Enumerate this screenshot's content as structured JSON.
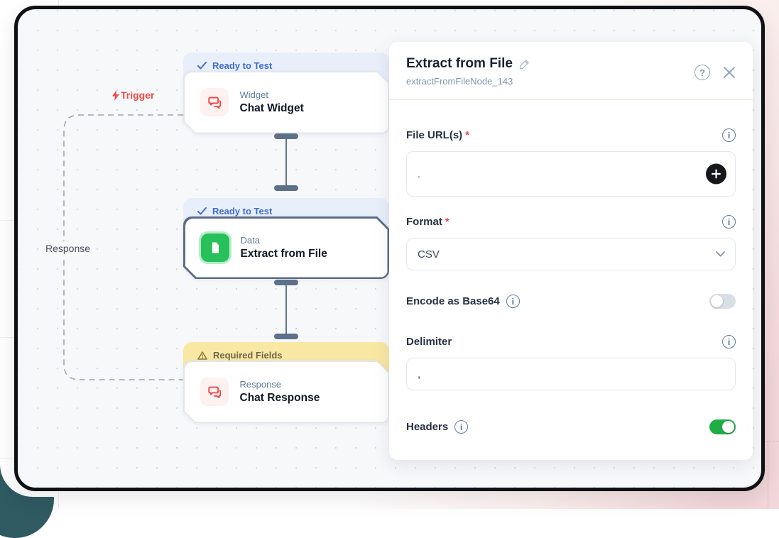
{
  "canvas": {
    "trigger_label": "Trigger",
    "response_label": "Response",
    "nodes": [
      {
        "badge": "Ready to Test",
        "status": "ready",
        "category": "Widget",
        "title": "Chat Widget",
        "icon": "chat-widget-icon"
      },
      {
        "badge": "Ready to Test",
        "status": "ready",
        "category": "Data",
        "title": "Extract from File",
        "icon": "extract-file-icon",
        "selected": true
      },
      {
        "badge": "Required Fields",
        "status": "required-fields",
        "category": "Response",
        "title": "Chat Response",
        "icon": "chat-response-icon"
      }
    ]
  },
  "panel": {
    "title": "Extract from File",
    "node_id": "extractFromFileNode_143",
    "help_label": "?",
    "fields": {
      "file_urls": {
        "label": "File URL(s)",
        "required_mark": "*",
        "value": "."
      },
      "format": {
        "label": "Format",
        "required_mark": "*",
        "value": "CSV"
      },
      "encode_base64": {
        "label": "Encode as Base64",
        "enabled": false
      },
      "delimiter": {
        "label": "Delimiter",
        "value": ","
      },
      "headers": {
        "label": "Headers",
        "enabled": true
      }
    },
    "info_glyph": "i"
  },
  "colors": {
    "accent_blue": "#3d6ed0",
    "success_green": "#1fae46",
    "warning_badge": "#f9e7a4",
    "danger_red": "#ef4a44",
    "canvas_bg": "#f7f8fa",
    "frame_border": "#101114",
    "page_pink": "#f2d6d9",
    "corner_teal": "#2f5a62"
  }
}
